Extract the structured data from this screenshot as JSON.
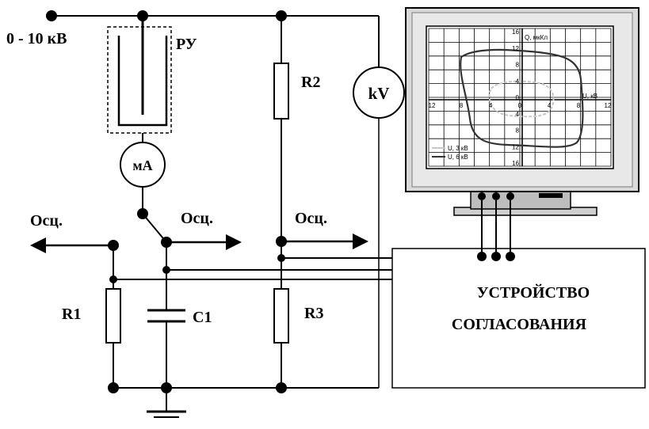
{
  "supply": {
    "voltage_label": "0  -  10 кВ"
  },
  "components": {
    "ru": "РУ",
    "ma": "мА",
    "r2": "R2",
    "kv": "kV",
    "r1": "R1",
    "c1": "C1",
    "r3": "R3"
  },
  "scope_outputs": [
    "Осц.",
    "Осц.",
    "Осц."
  ],
  "matching_device": {
    "line1": "УСТРОЙСТВО",
    "line2": "СОГЛАСОВАНИЯ"
  },
  "monitor_plot": {
    "y_axis_title": "Q, мкКл",
    "x_axis_title": "U, кВ",
    "y_ticks": [
      "16",
      "12",
      "8",
      "4",
      "0",
      "4",
      "8",
      "12",
      "16"
    ],
    "x_ticks": [
      "12",
      "8",
      "4",
      "0",
      "4",
      "8",
      "12"
    ],
    "legend": [
      "U, 3 кВ",
      "U, 6 кВ"
    ],
    "colors": {
      "curve_3kv": "#c8c8c8",
      "curve_6kv": "#333333",
      "grid": "#000000",
      "bezel": "#d9d9d9"
    }
  }
}
